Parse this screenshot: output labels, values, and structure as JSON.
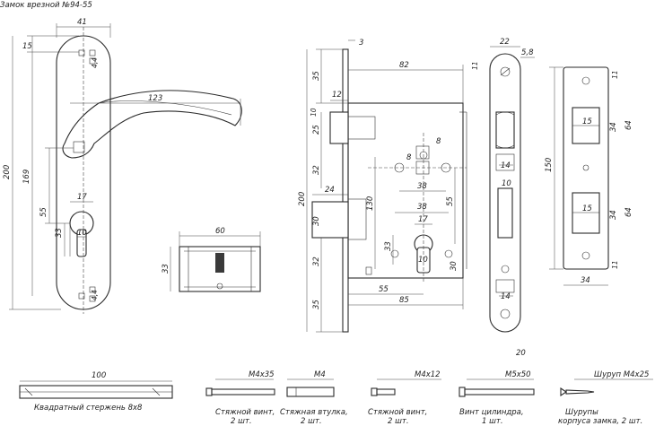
{
  "title": "Замок врезной №94-55",
  "handle": {
    "d41": "41",
    "d15": "15",
    "d4_top": "4,4",
    "d123": "123",
    "d200": "200",
    "d169": "169",
    "d55": "55",
    "d17": "17",
    "d33": "33",
    "d10": "10",
    "d4_bot": "4,4"
  },
  "cylinder": {
    "d60": "60",
    "d33": "33"
  },
  "lock": {
    "d3": "3",
    "d82": "82",
    "d35_top": "35",
    "d12": "12",
    "d10": "10",
    "d25": "25",
    "d8a": "8",
    "d8b": "8",
    "d32_top": "32",
    "d38_top": "38",
    "d24": "24",
    "d200": "200",
    "d130": "130",
    "d30_left": "30",
    "d55_right": "55",
    "d38_mid": "38",
    "d17": "17",
    "d32_bot": "32",
    "d33": "33",
    "d10_bot": "10",
    "d30_right": "30",
    "d55_bot": "55",
    "d85": "85",
    "d35_bot": "35"
  },
  "faceplate": {
    "d22": "22",
    "d5_8": "5,8",
    "d11": "11",
    "d14_top": "14",
    "d10": "10",
    "d14_bot": "14",
    "d20": "20"
  },
  "strike": {
    "d11_top": "11",
    "d150": "150",
    "d15_top": "15",
    "d34_top": "34",
    "d64_top": "64",
    "d15_bot": "15",
    "d34_bot": "34",
    "d64_bot": "64",
    "d11_bot": "11",
    "d34_width": "34"
  },
  "parts": {
    "rod_len": "100",
    "rod_caption": "Квадратный стержень 8х8",
    "screw1_spec": "M4x35",
    "screw1_cap1": "Стяжной винт,",
    "screw1_cap2": "2 шт.",
    "sleeve_spec": "M4",
    "sleeve_cap1": "Стяжная втулка,",
    "sleeve_cap2": "2 шт.",
    "screw2_spec": "M4x12",
    "screw2_cap1": "Стяжной винт,",
    "screw2_cap2": "2 шт.",
    "screw3_spec": "M5x50",
    "screw3_cap1": "Винт цилиндра,",
    "screw3_cap2": "1 шт.",
    "screw4_spec": "Шуруп M4x25",
    "screw4_cap1": "Шурупы",
    "screw4_cap2": "корпуса замка, 2 шт."
  }
}
